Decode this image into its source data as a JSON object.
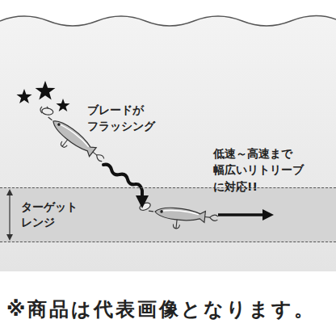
{
  "diagram": {
    "nodes": [
      {
        "text": [
          "ターゲット レンジ"
        ]
      }
    ],
    "labels": [
      "ブレードが フラッシング",
      "低速～高速まで 幅広いリトリーブ に対応!!",
      "※商品は代表画像となります。"
    ]
  }
}
